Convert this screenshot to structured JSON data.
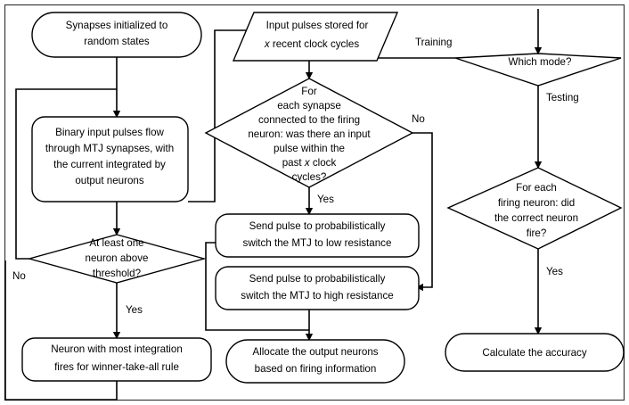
{
  "diagram": {
    "title": "Neuromorphic MTJ synapse training and testing flowchart",
    "colors": {
      "stroke": "#000000",
      "fill": "#ffffff",
      "frame": "#3a3a3a"
    },
    "nodes": {
      "synapses_init": {
        "shape": "rounded-rectangle",
        "lines": [
          "Synapses initialized to",
          "random states"
        ]
      },
      "binary_input": {
        "shape": "rounded-rectangle",
        "lines": [
          "Binary input pulses flow",
          "through MTJ synapses, with",
          "the current integrated by",
          "output neurons"
        ]
      },
      "threshold_check": {
        "shape": "diamond",
        "lines": [
          "At least one",
          "neuron above",
          "threshold?"
        ]
      },
      "winner_take_all": {
        "shape": "rounded-rectangle",
        "lines": [
          "Neuron with most integration",
          "fires for winner-take-all rule"
        ]
      },
      "input_pulses_stored": {
        "shape": "parallelogram",
        "lines": [
          "Input pulses stored for",
          "x recent clock cycles"
        ],
        "italic_tokens": [
          "x"
        ]
      },
      "synapse_check": {
        "shape": "diamond",
        "lines": [
          "For",
          "each synapse",
          "connected to the firing",
          "neuron: was there an input",
          "pulse within the",
          "past x clock",
          "cycles?"
        ],
        "italic_tokens": [
          "x"
        ]
      },
      "pulse_low": {
        "shape": "rounded-rectangle",
        "lines": [
          "Send pulse to probabilistically",
          "switch the MTJ to low resistance"
        ]
      },
      "pulse_high": {
        "shape": "rounded-rectangle",
        "lines": [
          "Send pulse to probabilistically",
          "switch the MTJ to high resistance"
        ]
      },
      "allocate_neurons": {
        "shape": "rounded-rectangle",
        "lines": [
          "Allocate the output neurons",
          "based on firing information"
        ]
      },
      "which_mode": {
        "shape": "diamond",
        "lines": [
          "Which mode?"
        ]
      },
      "correct_neuron": {
        "shape": "diamond",
        "lines": [
          "For each",
          "firing neuron: did",
          "the correct neuron",
          "fire?"
        ]
      },
      "calculate_accuracy": {
        "shape": "rounded-rectangle",
        "lines": [
          "Calculate the accuracy"
        ]
      }
    },
    "edge_labels": {
      "threshold_no": "No",
      "threshold_yes": "Yes",
      "synapse_no": "No",
      "synapse_yes": "Yes",
      "mode_training": "Training",
      "mode_testing": "Testing",
      "correct_yes": "Yes"
    }
  }
}
